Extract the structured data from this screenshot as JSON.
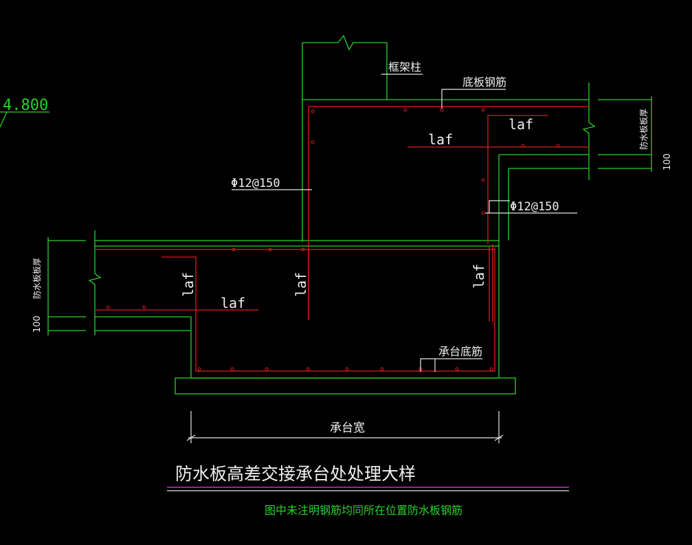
{
  "labels": {
    "elevation": "4.800",
    "column": "框架柱",
    "bottom_slab_rebar": "底板钢筋",
    "laf": "laf",
    "rebar_spec": "Φ12@150",
    "waterproof_slab_thickness": "防水板板厚",
    "dim_100": "100",
    "cap_bottom_rebar": "承台底筋",
    "cap_width": "承台宽",
    "title": "防水板高差交接承台处处理大样",
    "note": "图中未注明钢筋均同所在位置防水板钢筋"
  },
  "colors": {
    "background": "#000000",
    "concrete_outline": "#2bd12b",
    "rebar": "#e11c1c",
    "annotation": "#e8e8e8",
    "title_underline": "#c832c8"
  }
}
